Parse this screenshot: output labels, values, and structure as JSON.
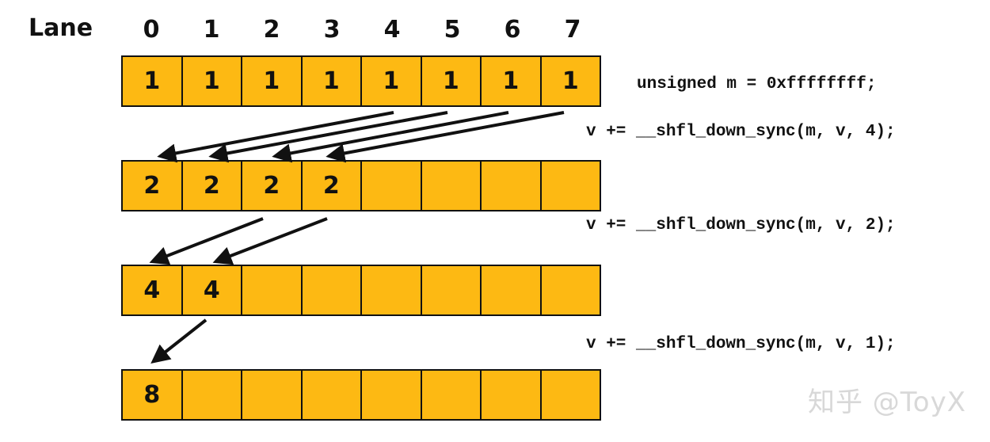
{
  "lane_label": "Lane",
  "lanes": [
    "0",
    "1",
    "2",
    "3",
    "4",
    "5",
    "6",
    "7"
  ],
  "rows": [
    {
      "cells": [
        "1",
        "1",
        "1",
        "1",
        "1",
        "1",
        "1",
        "1"
      ]
    },
    {
      "cells": [
        "2",
        "2",
        "2",
        "2",
        "",
        "",
        "",
        ""
      ]
    },
    {
      "cells": [
        "4",
        "4",
        "",
        "",
        "",
        "",
        "",
        ""
      ]
    },
    {
      "cells": [
        "8",
        "",
        "",
        "",
        "",
        "",
        "",
        ""
      ]
    }
  ],
  "code": {
    "init": "unsigned m = 0xffffffff;",
    "step1": "v += __shfl_down_sync(m, v, 4);",
    "step2": "v += __shfl_down_sync(m, v, 2);",
    "step3": "v += __shfl_down_sync(m, v, 1);"
  },
  "watermark": "知乎 @ToyX",
  "colors": {
    "cell_fill": "#FDB913",
    "stroke": "#111111"
  }
}
